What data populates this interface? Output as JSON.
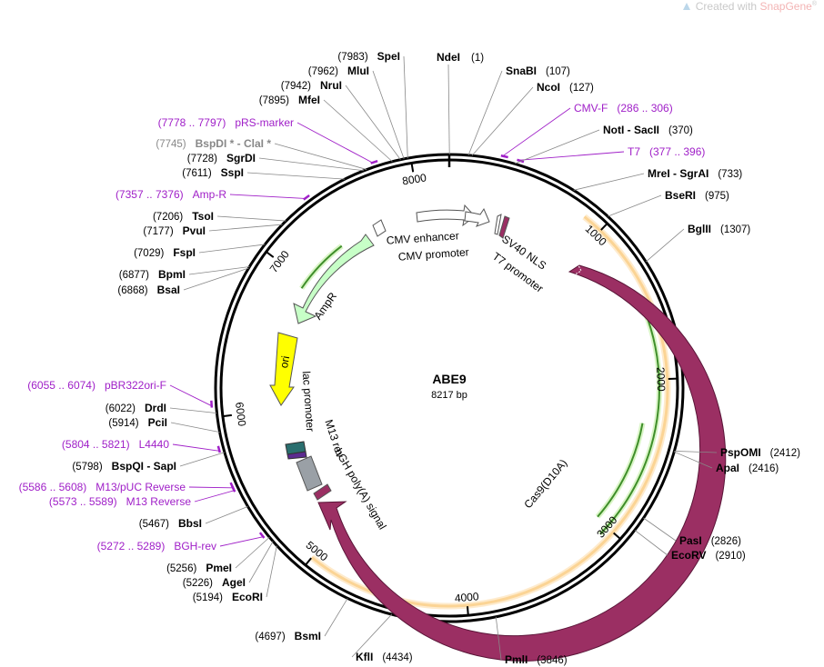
{
  "watermark": {
    "prefix": "Created with ",
    "brand": "SnapGene",
    "reg": "®"
  },
  "plasmid": {
    "name": "ABE9",
    "size_label": "8217 bp",
    "length": 8217
  },
  "backbone_ticks": [
    "1000",
    "2000",
    "3000",
    "4000",
    "5000",
    "6000",
    "7000",
    "8000"
  ],
  "enzymes": [
    {
      "name": "NdeI",
      "pos": "(1)"
    },
    {
      "name": "SnaBI",
      "pos": "(107)"
    },
    {
      "name": "NcoI",
      "pos": "(127)"
    },
    {
      "name": "NotI - SacII",
      "pos": "(370)"
    },
    {
      "name": "MreI - SgrAI",
      "pos": "(733)"
    },
    {
      "name": "BseRI",
      "pos": "(975)"
    },
    {
      "name": "BglII",
      "pos": "(1307)"
    },
    {
      "name": "PspOMI",
      "pos": "(2412)"
    },
    {
      "name": "ApaI",
      "pos": "(2416)"
    },
    {
      "name": "PasI",
      "pos": "(2826)"
    },
    {
      "name": "EcoRV",
      "pos": "(2910)"
    },
    {
      "name": "PmlI",
      "pos": "(3846)"
    },
    {
      "name": "KflI",
      "pos": "(4434)"
    },
    {
      "name": "BsmI",
      "pos": "(4697)"
    },
    {
      "name": "EcoRI",
      "pos": "(5194)"
    },
    {
      "name": "AgeI",
      "pos": "(5226)"
    },
    {
      "name": "PmeI",
      "pos": "(5256)"
    },
    {
      "name": "BbsI",
      "pos": "(5467)"
    },
    {
      "name": "BspQI - SapI",
      "pos": "(5798)"
    },
    {
      "name": "PciI",
      "pos": "(5914)"
    },
    {
      "name": "DrdI",
      "pos": "(6022)"
    },
    {
      "name": "BsaI",
      "pos": "(6868)"
    },
    {
      "name": "BpmI",
      "pos": "(6877)"
    },
    {
      "name": "FspI",
      "pos": "(7029)"
    },
    {
      "name": "PvuI",
      "pos": "(7177)"
    },
    {
      "name": "TsoI",
      "pos": "(7206)"
    },
    {
      "name": "SspI",
      "pos": "(7611)"
    },
    {
      "name": "SgrDI",
      "pos": "(7728)"
    },
    {
      "name": "BspDI * - ClaI *",
      "pos": "(7745)",
      "grey": true
    },
    {
      "name": "MfeI",
      "pos": "(7895)"
    },
    {
      "name": "NruI",
      "pos": "(7942)"
    },
    {
      "name": "MluI",
      "pos": "(7962)"
    },
    {
      "name": "SpeI",
      "pos": "(7983)"
    }
  ],
  "primers": [
    {
      "name": "CMV-F",
      "range": "(286 .. 306)"
    },
    {
      "name": "T7",
      "range": "(377 .. 396)"
    },
    {
      "name": "pRS-marker",
      "range": "(7778 .. 7797)"
    },
    {
      "name": "Amp-R",
      "range": "(7357 .. 7376)"
    },
    {
      "name": "pBR322ori-F",
      "range": "(6055 .. 6074)"
    },
    {
      "name": "L4440",
      "range": "(5804 .. 5821)"
    },
    {
      "name": "M13/pUC Reverse",
      "range": "(5586 .. 5608)"
    },
    {
      "name": "M13 Reverse",
      "range": "(5573 .. 5589)"
    },
    {
      "name": "BGH-rev",
      "range": "(5272 .. 5289)"
    }
  ],
  "features": [
    {
      "name": "CMV enhancer"
    },
    {
      "name": "CMV promoter"
    },
    {
      "name": "SV40 NLS"
    },
    {
      "name": "T7 promoter"
    },
    {
      "name": "Cas9(D10A)"
    },
    {
      "name": "bGH poly(A) signal"
    },
    {
      "name": "M13 rev"
    },
    {
      "name": "lac promoter"
    },
    {
      "name": "ori"
    },
    {
      "name": "AmpR"
    }
  ],
  "colors": {
    "cas9": "#9b2f63",
    "cas9_stroke": "#5a1538",
    "ampr": "#c7ffc7",
    "ori": "#ffff00",
    "cmv": "#ffffff",
    "lac": "#9aa0a6",
    "bgh": "#b0b4b8",
    "orange_ring": "#f5a623",
    "green_arc": "#6ac244",
    "primer": "#a020c8",
    "watermark_brand": "#f08080"
  }
}
